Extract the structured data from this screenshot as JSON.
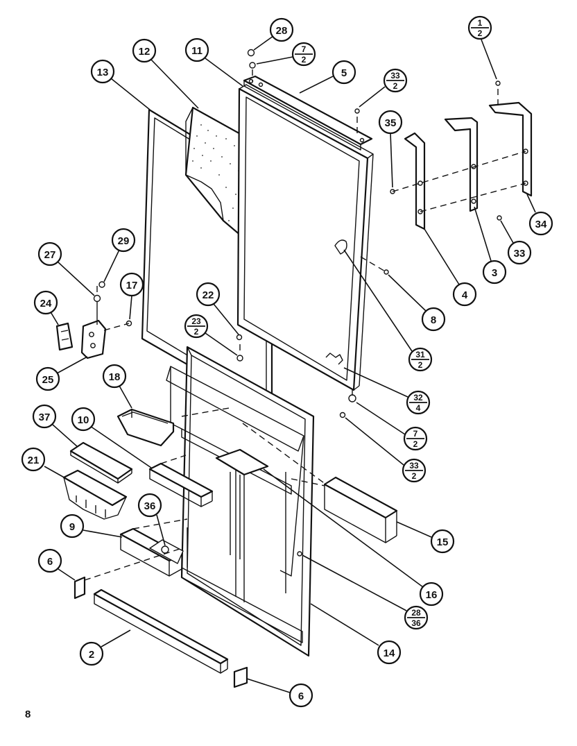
{
  "diagram": {
    "page_number": "8",
    "callouts": [
      {
        "id": "c13",
        "label": "13"
      },
      {
        "id": "c12",
        "label": "12"
      },
      {
        "id": "c11",
        "label": "11"
      },
      {
        "id": "c28a",
        "label": "28"
      },
      {
        "id": "c7-2a",
        "num": "7",
        "den": "2"
      },
      {
        "id": "c5",
        "label": "5"
      },
      {
        "id": "c33-2a",
        "num": "33",
        "den": "2"
      },
      {
        "id": "c1-2",
        "num": "1",
        "den": "2"
      },
      {
        "id": "c35",
        "label": "35"
      },
      {
        "id": "c34",
        "label": "34"
      },
      {
        "id": "c33",
        "label": "33"
      },
      {
        "id": "c3",
        "label": "3"
      },
      {
        "id": "c4",
        "label": "4"
      },
      {
        "id": "c8",
        "label": "8"
      },
      {
        "id": "c31-2",
        "num": "31",
        "den": "2"
      },
      {
        "id": "c32-4",
        "num": "32",
        "den": "4"
      },
      {
        "id": "c7-2b",
        "num": "7",
        "den": "2"
      },
      {
        "id": "c33-2b",
        "num": "33",
        "den": "2"
      },
      {
        "id": "c29",
        "label": "29"
      },
      {
        "id": "c27",
        "label": "27"
      },
      {
        "id": "c17",
        "label": "17"
      },
      {
        "id": "c24",
        "label": "24"
      },
      {
        "id": "c25",
        "label": "25"
      },
      {
        "id": "c22",
        "label": "22"
      },
      {
        "id": "c23-2",
        "num": "23",
        "den": "2"
      },
      {
        "id": "c18",
        "label": "18"
      },
      {
        "id": "c37",
        "label": "37"
      },
      {
        "id": "c10",
        "label": "10"
      },
      {
        "id": "c21",
        "label": "21"
      },
      {
        "id": "c36",
        "label": "36"
      },
      {
        "id": "c9",
        "label": "9"
      },
      {
        "id": "c6a",
        "label": "6"
      },
      {
        "id": "c15",
        "label": "15"
      },
      {
        "id": "c16",
        "label": "16"
      },
      {
        "id": "c28-36",
        "num": "28",
        "den": "36"
      },
      {
        "id": "c14",
        "label": "14"
      },
      {
        "id": "c2",
        "label": "2"
      },
      {
        "id": "c6b",
        "label": "6"
      }
    ]
  }
}
